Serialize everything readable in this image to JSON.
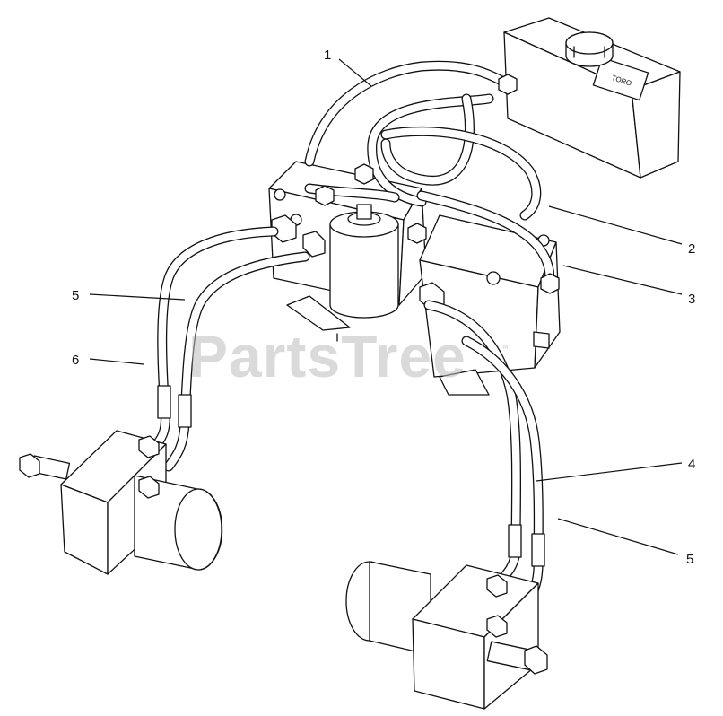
{
  "watermark": {
    "text": "PartsTree",
    "trademark": "™"
  },
  "decal": {
    "text": "TORO"
  },
  "callouts": [
    {
      "id": "c1",
      "label": "1"
    },
    {
      "id": "c2",
      "label": "2"
    },
    {
      "id": "c3",
      "label": "3"
    },
    {
      "id": "c4",
      "label": "4"
    },
    {
      "id": "c5a",
      "label": "5"
    },
    {
      "id": "c6",
      "label": "6"
    },
    {
      "id": "c5b",
      "label": "5"
    }
  ],
  "colors": {
    "line": "#111111",
    "watermark": "#bdbdbd",
    "background": "#ffffff"
  }
}
